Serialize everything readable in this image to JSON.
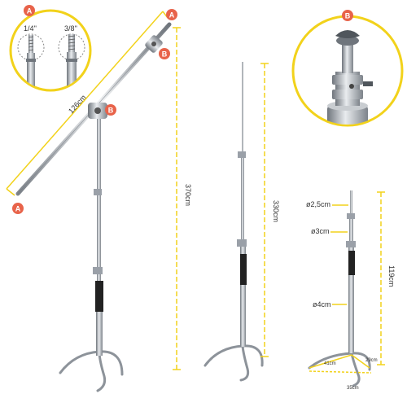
{
  "colors": {
    "accent_yellow": "#f2d21b",
    "badge_orange": "#e8634a",
    "steel": "#9aa0a8",
    "dark_grip": "#222222",
    "ink": "#333333"
  },
  "badges": {
    "a_inset": "A",
    "a_arm_top": "A",
    "a_arm_end": "A",
    "b_arm_grip": "B",
    "b_center_clamp": "B",
    "b_inset": "B"
  },
  "inset_a": {
    "thread_small": "1/4''",
    "thread_large": "3/8''"
  },
  "dimensions": {
    "arm_length": "126cm",
    "total_height_with_arm": "370cm",
    "max_height_stand": "330cm",
    "collapsed_height": "119cm",
    "tube_top_diameter": "ø2,5cm",
    "tube_mid_diameter": "ø3cm",
    "tube_bottom_diameter": "ø4cm",
    "leg_width": "41cm",
    "leg_depth": "29cm",
    "leg_span": "35cm"
  }
}
